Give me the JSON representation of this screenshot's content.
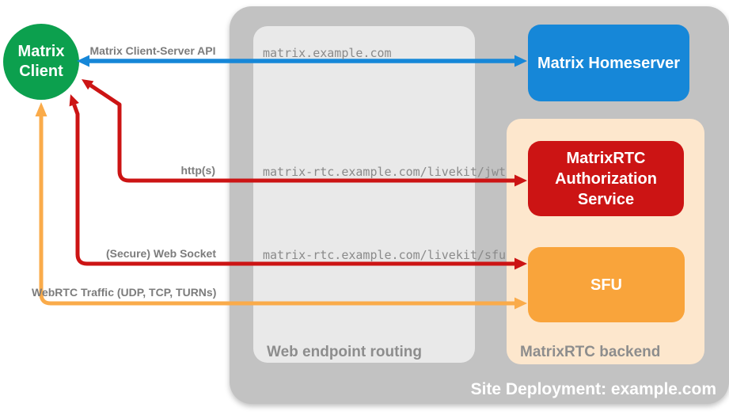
{
  "client": {
    "line1": "Matrix",
    "line2": "Client",
    "color": "#0ca04e"
  },
  "homeserver": {
    "label": "Matrix Homeserver",
    "color": "#1687d8"
  },
  "auth_service": {
    "line1": "MatrixRTC",
    "line2": "Authorization",
    "line3": "Service",
    "color": "#cc1414"
  },
  "sfu": {
    "label": "SFU",
    "color": "#f9a43b"
  },
  "containers": {
    "site_deployment": {
      "label": "Site Deployment: example.com",
      "bg": "#c2c2c2"
    },
    "web_routing": {
      "label": "Web endpoint routing",
      "bg": "#e9e9e9"
    },
    "rtc_backend": {
      "label": "MatrixRTC backend",
      "bg": "#fde7cd"
    }
  },
  "arrows": {
    "client_server_api": {
      "label": "Matrix Client-Server API",
      "endpoint": "matrix.example.com",
      "color": "#1687d8",
      "direction": "bidirectional"
    },
    "https": {
      "label": "http(s)",
      "endpoint": "matrix-rtc.example.com/livekit/jwt",
      "color": "#cc1414",
      "direction": "bidirectional"
    },
    "websocket": {
      "label": "(Secure) Web Socket",
      "endpoint": "matrix-rtc.example.com/livekit/sfu",
      "color": "#cc1414",
      "direction": "bidirectional"
    },
    "webrtc": {
      "label": "WebRTC Traffic (UDP, TCP, TURNs)",
      "color": "#faab4a",
      "direction": "bidirectional"
    }
  }
}
